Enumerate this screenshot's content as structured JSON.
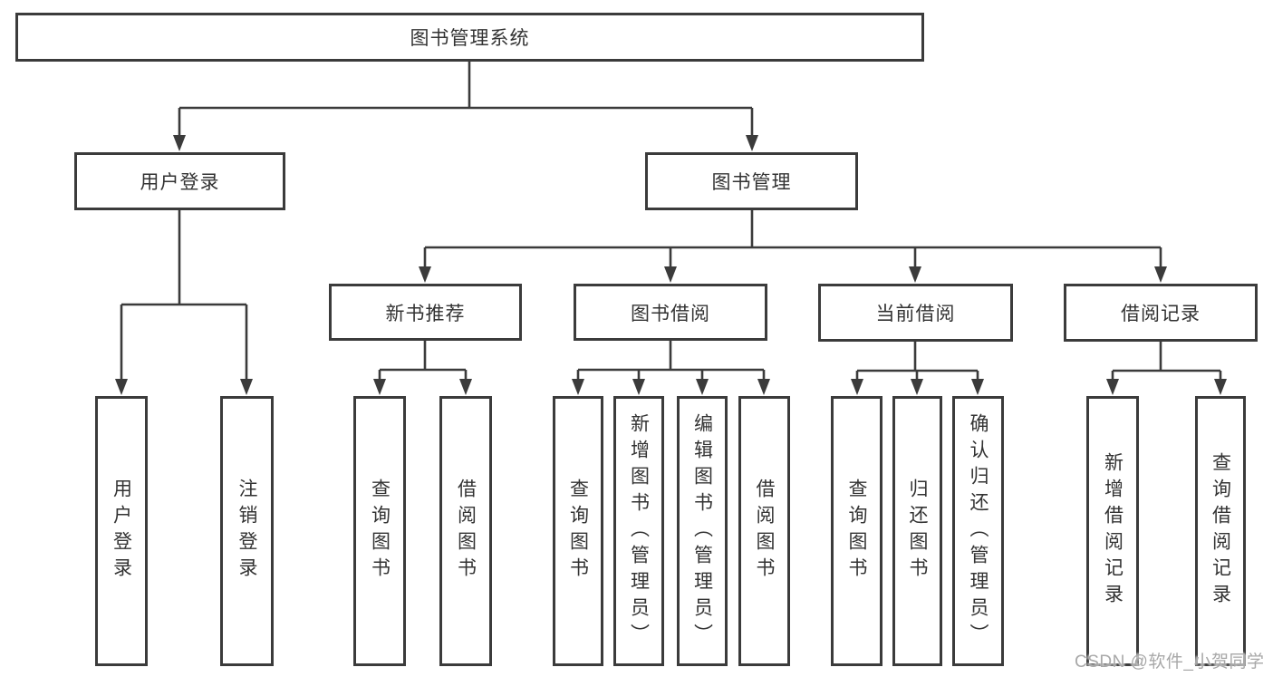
{
  "tree": {
    "label": "图书管理系统",
    "children": [
      {
        "label": "用户登录",
        "children": [
          {
            "label": "用户登录"
          },
          {
            "label": "注销登录"
          }
        ]
      },
      {
        "label": "图书管理",
        "children": [
          {
            "label": "新书推荐",
            "children": [
              {
                "label": "查询图书"
              },
              {
                "label": "借阅图书"
              }
            ]
          },
          {
            "label": "图书借阅",
            "children": [
              {
                "label": "查询图书"
              },
              {
                "label": "新增图书（管理员）"
              },
              {
                "label": "编辑图书（管理员）"
              },
              {
                "label": "借阅图书"
              }
            ]
          },
          {
            "label": "当前借阅",
            "children": [
              {
                "label": "查询图书"
              },
              {
                "label": "归还图书"
              },
              {
                "label": "确认归还（管理员）"
              }
            ]
          },
          {
            "label": "借阅记录",
            "children": [
              {
                "label": "新增借阅记录"
              },
              {
                "label": "查询借阅记录"
              }
            ]
          }
        ]
      }
    ]
  },
  "watermark": {
    "text": "CSDN @软件_小贺同学"
  },
  "colors": {
    "line": "#3b3b3b",
    "box_border": "#3b3b3b",
    "text": "#333333",
    "watermark": "#a8a8a8",
    "background": "#ffffff"
  }
}
